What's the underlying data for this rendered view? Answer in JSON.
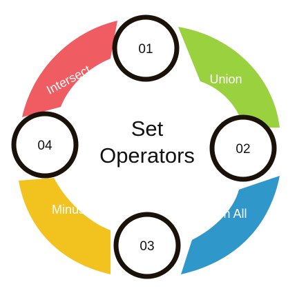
{
  "center": {
    "line1": "Set",
    "line2": "Operators"
  },
  "segments": [
    {
      "label": "Union",
      "color": "#99d13f"
    },
    {
      "label": "Union All",
      "color": "#2f97c9"
    },
    {
      "label": "Minus",
      "color": "#f2c31f"
    },
    {
      "label": "Intersect",
      "color": "#ef5c62"
    }
  ],
  "markers": [
    {
      "number": "01"
    },
    {
      "number": "02"
    },
    {
      "number": "03"
    },
    {
      "number": "04"
    }
  ],
  "colors": {
    "ring_border": "#1a1208",
    "background": "#ffffff"
  }
}
